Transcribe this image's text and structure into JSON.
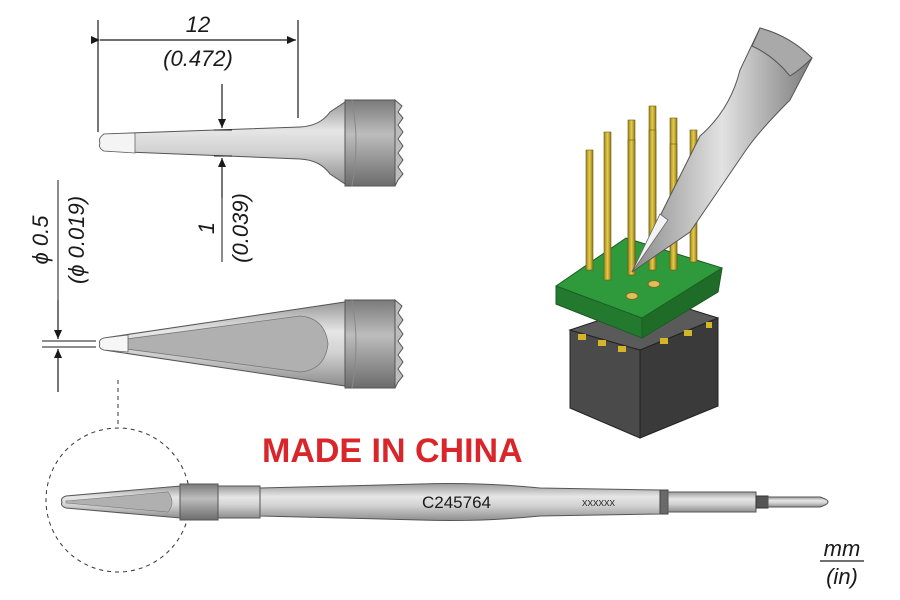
{
  "dimensions": {
    "length_mm": "12",
    "length_in": "(0.472)",
    "thickness_mm": "1",
    "thickness_in": "(0.039)",
    "tip_mm": "ϕ 0.5",
    "tip_in": "(ϕ 0.019)"
  },
  "origin_label": "MADE IN CHINA",
  "part_number": "C245764",
  "batch_code": "xxxxxx",
  "units": {
    "primary": "mm",
    "secondary": "(in)"
  },
  "colors": {
    "origin_text": "#d9262a",
    "pcb": "#2e9a3c",
    "pins": "#d4b52a",
    "metal": "#c8c8c8"
  }
}
